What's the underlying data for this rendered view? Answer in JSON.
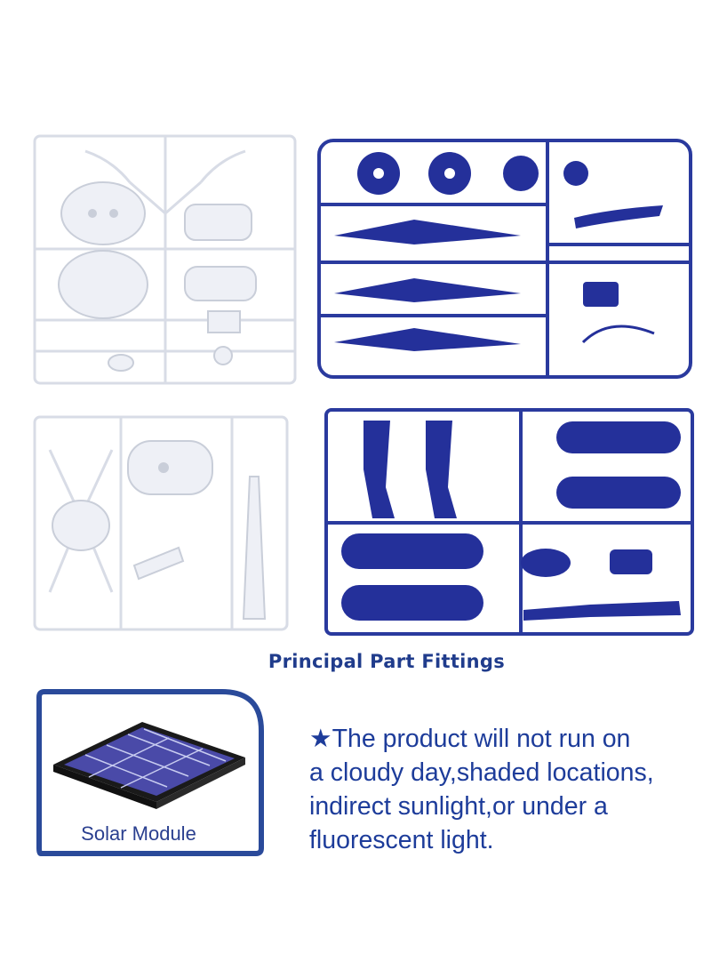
{
  "caption": "Principal Part Fittings",
  "solar_module": {
    "label": "Solar Module"
  },
  "note": {
    "star": "★",
    "lines": [
      "The product will not run on",
      "a cloudy day,shaded locations,",
      "indirect sunlight,or under a",
      "fluorescent light."
    ]
  },
  "colors": {
    "accent_blue": "#1d3c9a",
    "part_blue": "#23309a",
    "part_white": "#eef0f5"
  }
}
